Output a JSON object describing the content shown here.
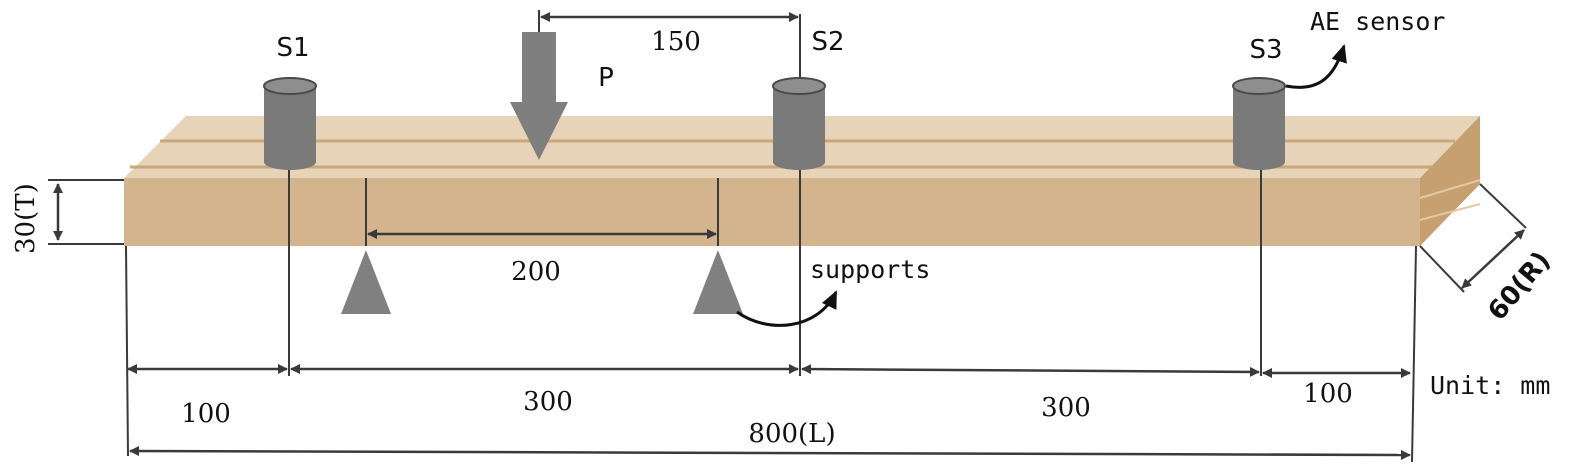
{
  "diagram": {
    "colors": {
      "beam_top": "#e6d3b8",
      "beam_front": "#d3b48c",
      "beam_end": "#c6a070",
      "grain": "#c9a77a",
      "sensor": "#7a7a7a",
      "sensor_top": "#8e8e8e",
      "load_arrow": "#7f7f7f",
      "support": "#808080",
      "line": "#3a3a3a"
    },
    "sensors": [
      {
        "label": "S1"
      },
      {
        "label": "S2"
      },
      {
        "label": "S3"
      }
    ],
    "load": {
      "label": "P"
    },
    "labels": {
      "ae_sensor": "AE sensor",
      "supports": "supports",
      "unit": "Unit: mm",
      "thickness": "30(T)",
      "width": "60(R)"
    },
    "dimensions": {
      "load_to_s2": "150",
      "support_span": "200",
      "left_end_to_s1": "100",
      "s1_to_s2": "300",
      "s2_to_s3": "300",
      "s3_to_right_end": "100",
      "total_length": "800(L)"
    }
  }
}
